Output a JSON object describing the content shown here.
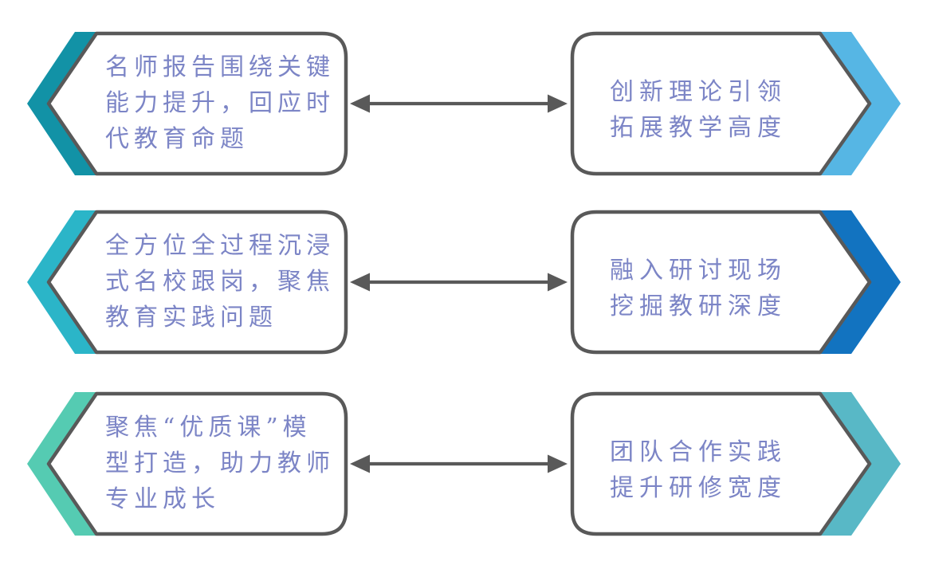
{
  "diagram": {
    "background_color": "#ffffff",
    "border_color": "#595959",
    "text_color": "#7C85C6",
    "arrow_color": "#595959",
    "rows": [
      {
        "left": {
          "lines": [
            "名师报告围绕关键",
            "能力提升，回应时",
            "代教育命题"
          ],
          "accent": "#1292A6"
        },
        "right": {
          "lines": [
            "创新理论引领",
            "拓展教学高度"
          ],
          "accent": "#56B6E4"
        }
      },
      {
        "left": {
          "lines": [
            "全方位全过程沉浸",
            "式名校跟岗，聚焦",
            "教育实践问题"
          ],
          "accent": "#2BB5C8"
        },
        "right": {
          "lines": [
            "融入研讨现场",
            "挖掘教研深度"
          ],
          "accent": "#1273C0"
        }
      },
      {
        "left": {
          "lines": [
            "聚焦“优质课”模",
            "型打造，助力教师",
            "专业成长"
          ],
          "accent": "#55CBB2"
        },
        "right": {
          "lines": [
            "团队合作实践",
            "提升研修宽度"
          ],
          "accent": "#58B8C6"
        }
      }
    ]
  }
}
